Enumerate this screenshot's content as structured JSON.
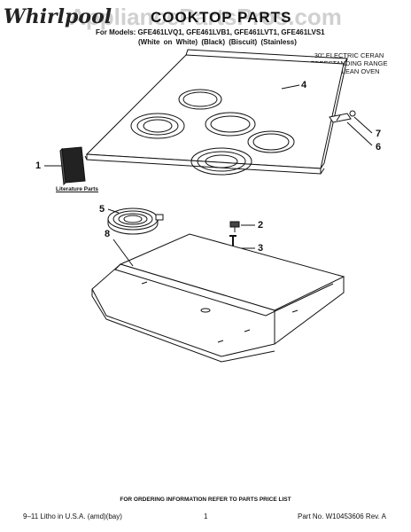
{
  "watermark": "AppliancePartsPros.com",
  "brand": "Whirlpool",
  "title": "COOKTOP PARTS",
  "models_line": "For Models: GFE461LVQ1, GFE461LVB1, GFE461LVT1, GFE461LVS1",
  "colors_line": "(White on White)   (Black)   (Biscuit)   (Stainless)",
  "description": [
    "30\" ELECTRIC CERAN",
    "FREESTANDING RANGE",
    "SELF CLEAN OVEN"
  ],
  "literature_label": "Literature Parts",
  "callouts": {
    "c1": "1",
    "c2": "2",
    "c3": "3",
    "c4": "4",
    "c5": "5",
    "c6": "6",
    "c7": "7",
    "c8": "8"
  },
  "ordering_note": "FOR ORDERING INFORMATION REFER TO PARTS PRICE LIST",
  "footer": {
    "left": "9–11 Litho in U.S.A. (amd)(bay)",
    "page": "1",
    "part_no": "Part No. W10453606 Rev. A"
  }
}
